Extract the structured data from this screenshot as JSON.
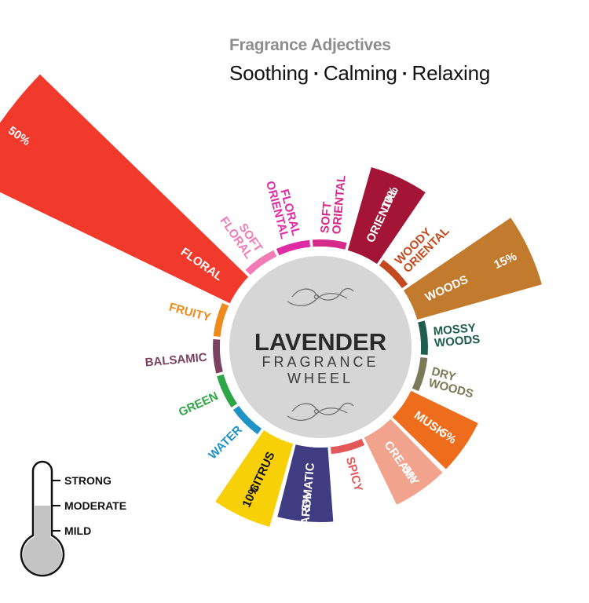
{
  "header": {
    "subtitle": "Fragrance Adjectives",
    "adjectives": [
      "Soothing",
      "Calming",
      "Relaxing"
    ],
    "separator": "▪"
  },
  "center": {
    "title": "LAVENDER",
    "line2": "FRAGRANCE",
    "line3": "WHEEL"
  },
  "thermometer": {
    "levels": [
      "STRONG",
      "MODERATE",
      "MILD"
    ],
    "fill_level": "MODERATE"
  },
  "chart_data": {
    "type": "radial-bar",
    "title": "LAVENDER FRAGRANCE WHEEL",
    "unit": "%",
    "categories": [
      "FLORAL",
      "SOFT FLORAL",
      "FLORAL ORIENTAL",
      "SOFT ORIENTAL",
      "ORIENTAL",
      "WOODY ORIENTAL",
      "WOODS",
      "MOSSY WOODS",
      "DRY WOODS",
      "MUSK",
      "CREAMY",
      "SPICY",
      "AROMATIC",
      "CITRUS",
      "WATER",
      "GREEN",
      "BALSAMIC",
      "FRUITY"
    ],
    "values": [
      50,
      0,
      0,
      0,
      10,
      0,
      15,
      0,
      0,
      5,
      5,
      0,
      5,
      10,
      0,
      0,
      0,
      0
    ],
    "value_labels": [
      "50%",
      "",
      "",
      "",
      "10%",
      "",
      "15%",
      "",
      "",
      "5%",
      "5%",
      "",
      "5%",
      "10%",
      "",
      "",
      "",
      ""
    ],
    "colors": [
      "#f13a2c",
      "#f27bb5",
      "#df2ba4",
      "#d62a8a",
      "#a31436",
      "#c3491e",
      "#c27a2c",
      "#1f5e4c",
      "#7a7a58",
      "#ee6d1c",
      "#f2a38e",
      "#e5585a",
      "#3f3c82",
      "#f8d008",
      "#1f93c4",
      "#2ea546",
      "#7a4260",
      "#f08a1c"
    ]
  }
}
